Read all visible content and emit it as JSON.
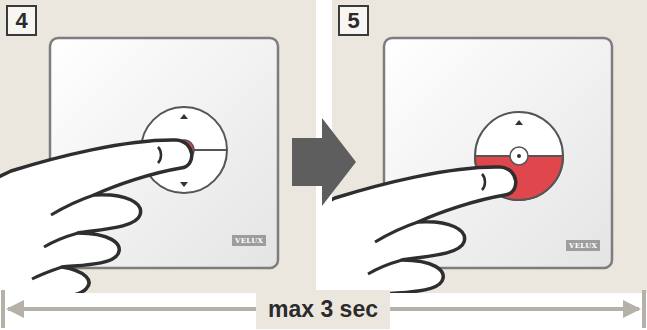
{
  "diagram": {
    "nodes": [
      {
        "text": [
          "4"
        ]
      },
      {
        "text": [
          "5"
        ]
      }
    ],
    "labels": [
      "VELUX",
      "VELUX",
      "max 3 sec"
    ]
  }
}
